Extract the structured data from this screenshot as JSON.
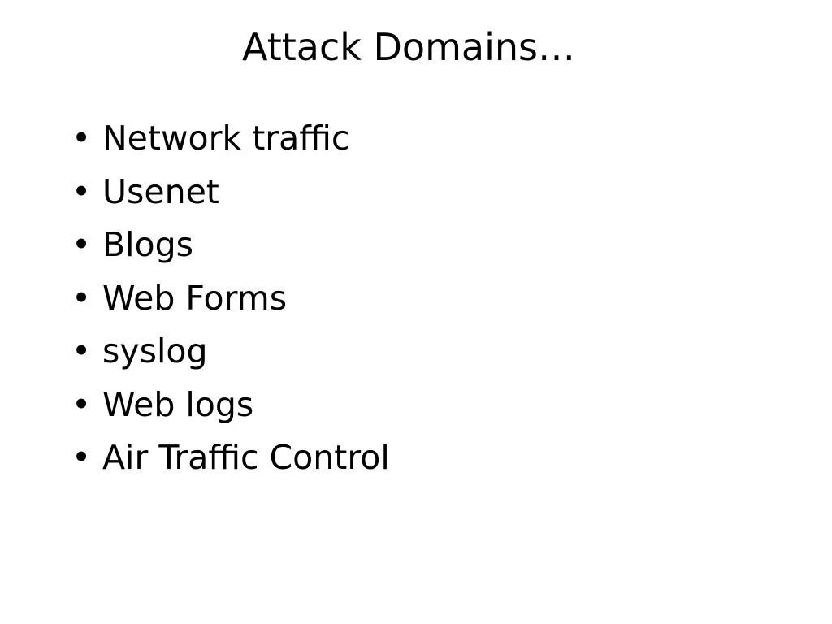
{
  "slide": {
    "title": "Attack Domains…",
    "bullet_glyph": "•",
    "bullets": [
      "Network traffic",
      "Usenet",
      "Blogs",
      "Web Forms",
      "syslog",
      "Web logs",
      "Air Traffic Control"
    ]
  }
}
